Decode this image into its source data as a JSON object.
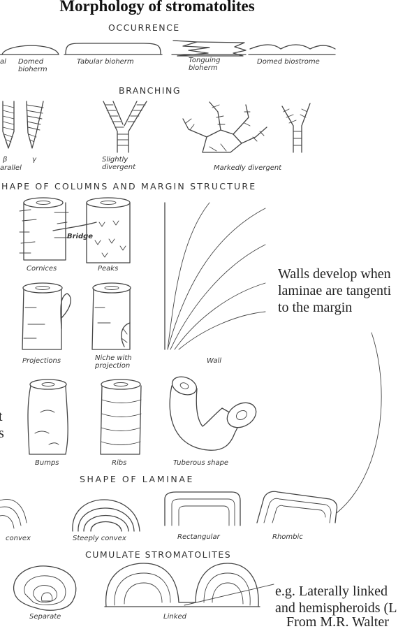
{
  "title": "Morphology of stromatolites",
  "sections": {
    "occurrence": "OCCURRENCE",
    "branching": "BRANCHING",
    "columns": "HAPE OF COLUMNS AND MARGIN STRUCTURE",
    "laminae": "SHAPE OF LAMINAE",
    "cumulate": "CUMULATE STROMATOLITES"
  },
  "captions": {
    "domed_bioherm_a": "al",
    "domed_bioherm_b": "Domed",
    "domed_bioherm_c": "bioherm",
    "tabular_bioherm": "Tabular bioherm",
    "tonguing_a": "Tonguing",
    "tonguing_b": "bioherm",
    "domed_biostrome": "Domed biostrome",
    "beta": "β",
    "parallel": "arallel",
    "gamma": "γ",
    "slightly_a": "Slightly",
    "slightly_b": "divergent",
    "markedly": "Markedly divergent",
    "bridge": "Bridge",
    "cornices": "Cornices",
    "peaks": "Peaks",
    "projections": "Projections",
    "niche_a": "Niche with",
    "niche_b": "projection",
    "wall": "Wall",
    "bumps": "Bumps",
    "ribs": "Ribs",
    "tuberous": "Tuberous shape",
    "convex": "convex",
    "steeply_convex": "Steeply convex",
    "rectangular": "Rectangular",
    "rhombic": "Rhombic",
    "separate": "Separate",
    "linked": "Linked"
  },
  "notes": {
    "walls_1": "Walls develop when",
    "walls_2": "laminae are tangenti",
    "walls_3": "to the margin",
    "left_t": "t",
    "left_s": "s",
    "eg_1": "e.g. Laterally linked",
    "eg_2": "and hemispheroids (L",
    "source": "From M.R. Walter"
  },
  "colors": {
    "line": "#444444",
    "text": "#222222",
    "background": "#ffffff"
  }
}
